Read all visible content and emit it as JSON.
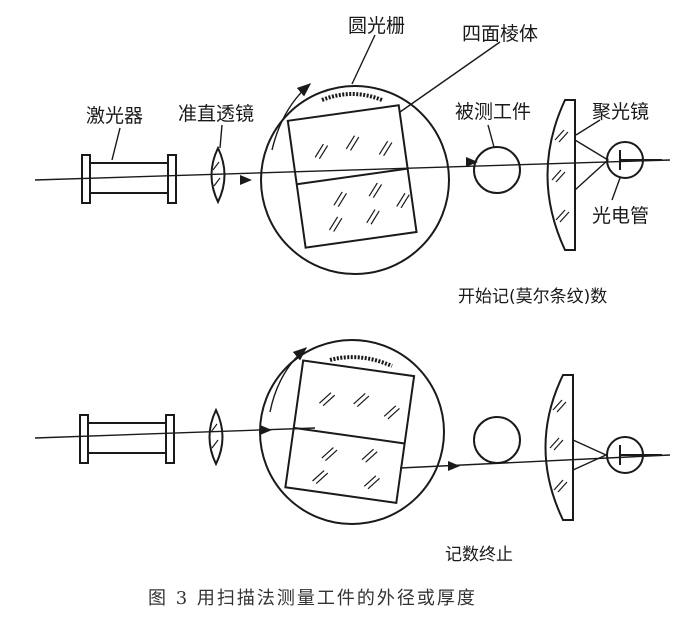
{
  "labels": {
    "laser": "激光器",
    "collimator": "准直透镜",
    "circular_grating": "圆光栅",
    "prism": "四面棱体",
    "workpiece": "被测工件",
    "condenser": "聚光镜",
    "phototube": "光电管",
    "start_count": "开始记(莫尔条纹)数",
    "stop_count": "记数终止"
  },
  "caption": "图 3   用扫描法测量工件的外径或厚度"
}
